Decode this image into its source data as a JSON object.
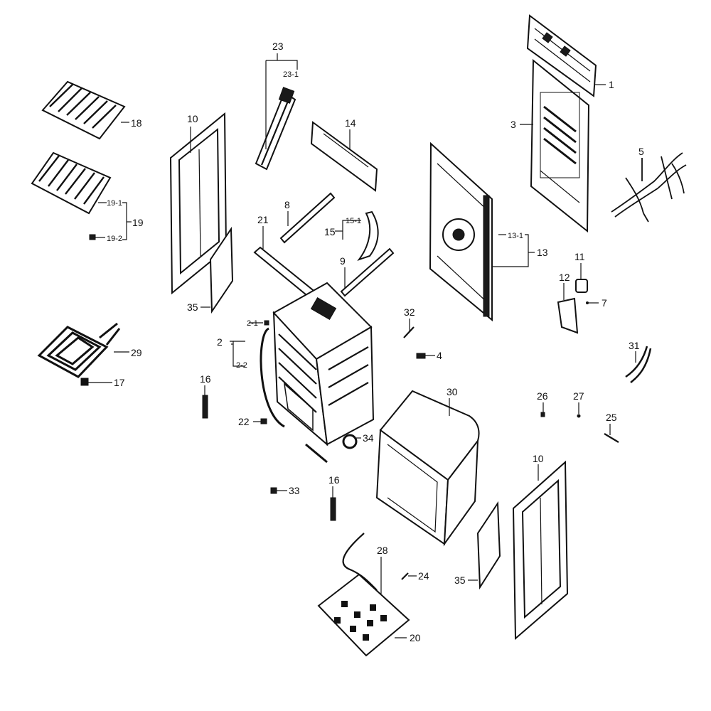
{
  "labels": {
    "l1": "1",
    "l3": "3",
    "l5": "5",
    "l7": "7",
    "l11": "11",
    "l12": "12",
    "l13": "13",
    "l13_1": "13-1",
    "l14": "14",
    "l15": "15",
    "l15_1": "15-1",
    "l8": "8",
    "l9": "9",
    "l21": "21",
    "l23": "23",
    "l23_1": "23-1",
    "l10a": "10",
    "l10b": "10",
    "l18": "18",
    "l19": "19",
    "l19_1": "19-1",
    "l19_2": "19-2",
    "l35a": "35",
    "l35b": "35",
    "l29": "29",
    "l17": "17",
    "l2": "2",
    "l2_1": "2-1",
    "l2_2": "2-2",
    "l16a": "16",
    "l16b": "16",
    "l22": "22",
    "l32": "32",
    "l4": "4",
    "l34": "34",
    "l30": "30",
    "l31": "31",
    "l26": "26",
    "l27": "27",
    "l25": "25",
    "l33": "33",
    "l28": "28",
    "l24": "24",
    "l20": "20"
  },
  "colors": {
    "line": "#111111",
    "background": "#ffffff"
  }
}
